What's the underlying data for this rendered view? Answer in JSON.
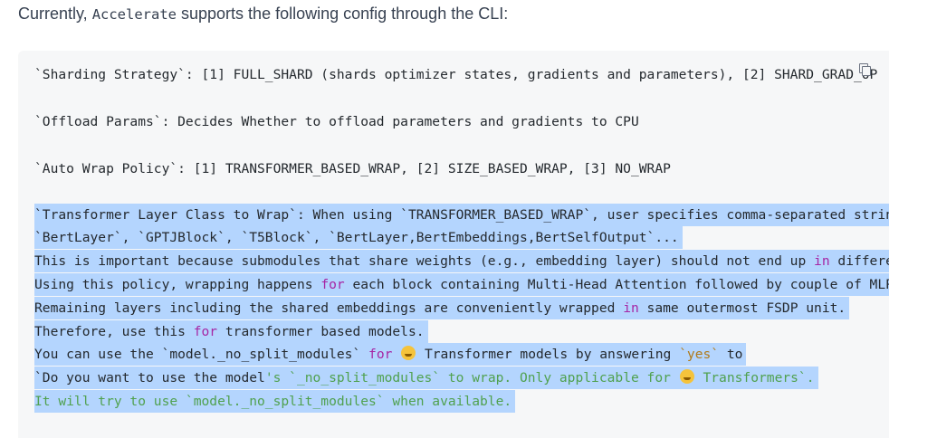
{
  "intro": {
    "before": "Currently, ",
    "code": "Accelerate",
    "after": " supports the following config through the CLI:"
  },
  "code": {
    "line_sharding": "`Sharding Strategy`: [1] FULL_SHARD (shards optimizer states, gradients and parameters), [2] SHARD_GRAD_OP",
    "line_offload": "`Offload Params`: Decides Whether to offload parameters and gradients to CPU",
    "line_autowrap": "`Auto Wrap Policy`: [1] TRANSFORMER_BASED_WRAP, [2] SIZE_BASED_WRAP, [3] NO_WRAP",
    "line_layer_class": "`Transformer Layer Class to Wrap`: When using `TRANSFORMER_BASED_WRAP`, user specifies comma-separated string",
    "line_layer_examples": "`BertLayer`, `GPTJBlock`, `T5Block`, `BertLayer,BertEmbeddings,BertSelfOutput`...",
    "line_important_a": "This is important because submodules that share weights (e.g., embedding layer) should not end up ",
    "kw_in": "in",
    "line_important_b": " different FSDP wrapped units.",
    "line_policy_a": "Using this policy, wrapping happens ",
    "kw_for": "for",
    "line_policy_b": " each block containing Multi-Head Attention followed by couple of MLP layers.",
    "line_remaining_a": "Remaining layers including the shared embeddings are conveniently wrapped ",
    "line_remaining_b": " same outermost FSDP unit.",
    "line_therefore_a": "Therefore, use this ",
    "line_therefore_b": " transformer based models.",
    "line_youcan_a": "You can use the `model._no_split_modules` ",
    "line_youcan_b": " Transformer models by answering ",
    "str_yes": "`yes`",
    "line_youcan_c": " to",
    "line_doyou_a": "`Do you want to use the model",
    "str_doyou": "'s `_no_split_modules` to wrap. Only applicable for ",
    "str_doyou_end": " Transformers`.",
    "str_itwill": "It will try to use `model._no_split_modules` when available."
  },
  "icons": {
    "copy": "copy-icon",
    "hugging_face": "hugging-face-emoji"
  },
  "colors": {
    "selection": "#b4d5fe",
    "keyword": "#a626a4",
    "string": "#50a14f",
    "code_background": "#f6f7f8"
  }
}
